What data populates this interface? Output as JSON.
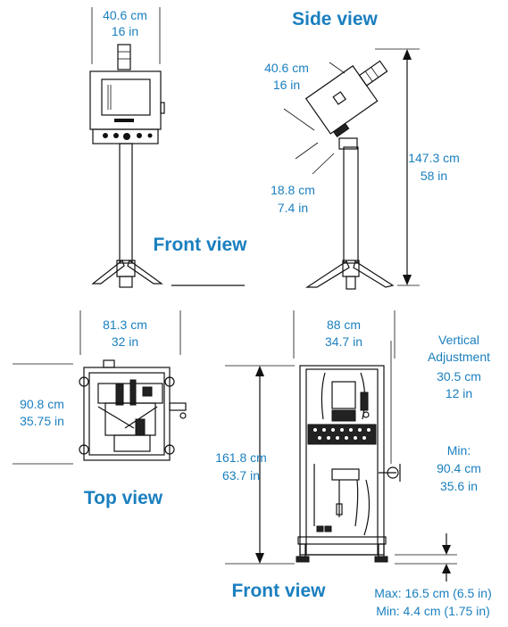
{
  "views": {
    "front_top": "Front view",
    "side": "Side view",
    "top": "Top view",
    "front_bottom": "Front view"
  },
  "dimensions": {
    "front_width_cm": "40.6 cm",
    "front_width_in": "16 in",
    "side_box_cm": "40.6 cm",
    "side_box_in": "16 in",
    "side_offset_cm": "18.8 cm",
    "side_offset_in": "7.4 in",
    "side_height_cm": "147.3 cm",
    "side_height_in": "58 in",
    "top_width_cm": "81.3 cm",
    "top_width_in": "32 in",
    "top_depth_cm": "90.8 cm",
    "top_depth_in": "35.75 in",
    "frame_width_cm": "88 cm",
    "frame_width_in": "34.7 in",
    "frame_height_cm": "161.8 cm",
    "frame_height_in": "63.7 in",
    "vertical_adjustment_line1": "Vertical",
    "vertical_adjustment_line2": "Adjustment",
    "vertical_adjustment_cm": "30.5 cm",
    "vertical_adjustment_in": "12 in",
    "min_label": "Min:",
    "min_cm": "90.4 cm",
    "min_in": "35.6 in",
    "foot_max": "Max: 16.5 cm (6.5 in)",
    "foot_min": "Min: 4.4 cm (1.75 in)"
  }
}
